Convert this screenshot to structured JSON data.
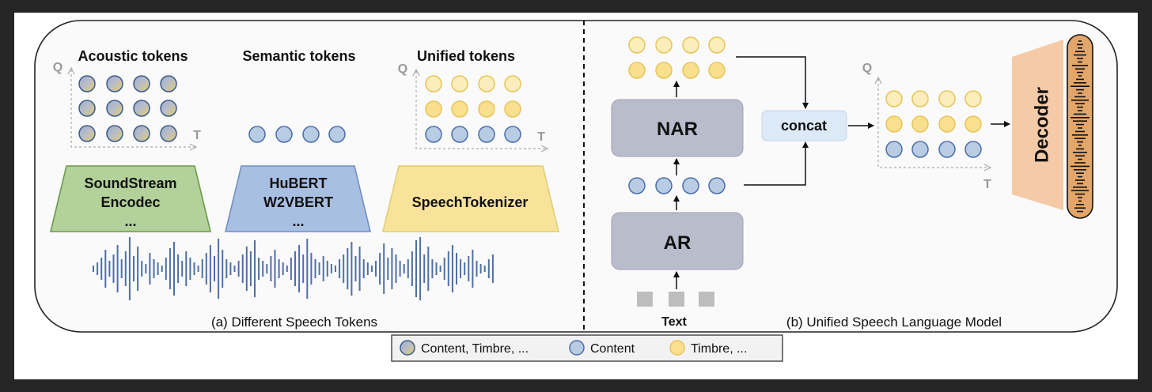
{
  "left_panel": {
    "caption": "(a) Different Speech Tokens",
    "acoustic": {
      "title": "Acoustic tokens",
      "axis_q": "Q",
      "axis_t": "T",
      "encoder_lines": [
        "SoundStream",
        "Encodec",
        "..."
      ]
    },
    "semantic": {
      "title": "Semantic tokens",
      "encoder_lines": [
        "HuBERT",
        "W2VBERT",
        "..."
      ]
    },
    "unified": {
      "title": "Unified tokens",
      "axis_q": "Q",
      "axis_t": "T",
      "encoder_label": "SpeechTokenizer"
    }
  },
  "right_panel": {
    "caption": "(b) Unified Speech Language Model",
    "nar_label": "NAR",
    "ar_label": "AR",
    "concat_label": "concat",
    "text_label": "Text",
    "decoder_label": "Decoder",
    "axis_q": "Q",
    "axis_t": "T"
  },
  "legend": [
    {
      "label": "Content, Timbre, ...",
      "swatch": "mixed"
    },
    {
      "label": "Content",
      "swatch": "content"
    },
    {
      "label": "Timbre, ...",
      "swatch": "timbre"
    }
  ],
  "colors": {
    "content_fill": "#b8cce4",
    "content_stroke": "#4a6ea8",
    "timbre_fill": "#f8e08e",
    "timbre_stroke": "#e8c45a",
    "timbre_light_fill": "#fbeebc",
    "mixed_stroke": "#3a5a8a",
    "green_fill": "#b3d19a",
    "green_stroke": "#6a9a4a",
    "blue_fill": "#a9bfe2",
    "blue_stroke": "#6f8fc4",
    "yellow_fill": "#f9e39a",
    "yellow_stroke": "#e3cd78",
    "block_fill": "#b9bccb",
    "concat_fill": "#dce9f7",
    "decoder_fill": "#f5cba7",
    "wave_blue": "#4f6fa4",
    "wave_bg": "#e3a66a"
  }
}
